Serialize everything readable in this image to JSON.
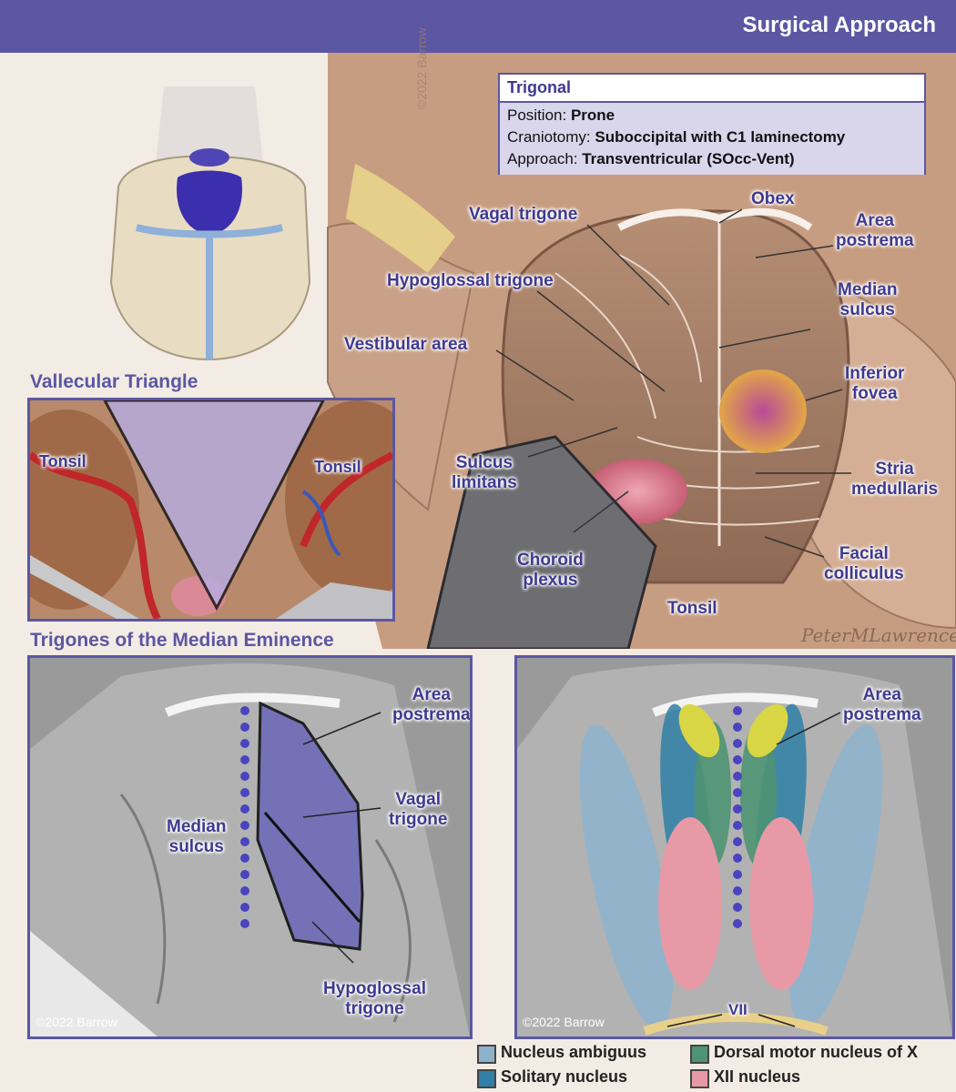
{
  "header": {
    "title": "Surgical Approach"
  },
  "info_box": {
    "title": "Trigonal",
    "rows": [
      {
        "label": "Position: ",
        "value": "Prone"
      },
      {
        "label": "Craniotomy: ",
        "value": "Suboccipital with C1 laminectomy"
      },
      {
        "label": "Approach: ",
        "value": "Transventricular (SOcc-Vent)"
      }
    ]
  },
  "main_labels": {
    "obex": "Obex",
    "vagal_trigone": "Vagal trigone",
    "area_postrema_1": "Area",
    "area_postrema_2": "postrema",
    "hypoglossal_trigone": "Hypoglossal trigone",
    "median_sulcus_1": "Median",
    "median_sulcus_2": "sulcus",
    "vestibular_area": "Vestibular area",
    "inferior_fovea_1": "Inferior",
    "inferior_fovea_2": "fovea",
    "sulcus_limitans_1": "Sulcus",
    "sulcus_limitans_2": "limitans",
    "stria_medullaris_1": "Stria",
    "stria_medullaris_2": "medullaris",
    "choroid_plexus_1": "Choroid",
    "choroid_plexus_2": "plexus",
    "facial_colliculus_1": "Facial",
    "facial_colliculus_2": "colliculus",
    "tonsil": "Tonsil"
  },
  "watermark": "©2022 Barrow",
  "signature": "PeterMLawrence",
  "vallecular": {
    "title": "Vallecular Triangle",
    "tonsil_left": "Tonsil",
    "tonsil_right": "Tonsil"
  },
  "trigones": {
    "title": "Trigones of the Median Eminence",
    "area_postrema_1": "Area",
    "area_postrema_2": "postrema",
    "vagal_1": "Vagal",
    "vagal_2": "trigone",
    "median_1": "Median",
    "median_2": "sulcus",
    "hypo_1": "Hypoglossal",
    "hypo_2": "trigone",
    "copyright": "©2022 Barrow"
  },
  "nuclei": {
    "area_postrema_1": "Area",
    "area_postrema_2": "postrema",
    "vii": "VII",
    "copyright": "©2022 Barrow"
  },
  "legend": [
    {
      "label": "Nucleus ambiguus",
      "color": "#8fb2cc"
    },
    {
      "label": "Dorsal motor nucleus of X",
      "color": "#4e9472"
    },
    {
      "label": "Solitary nucleus",
      "color": "#2f7fa6"
    },
    {
      "label": "XII nucleus",
      "color": "#e79aa6"
    }
  ],
  "colors": {
    "brand": "#5b57a3",
    "label": "#3f3a8f"
  }
}
